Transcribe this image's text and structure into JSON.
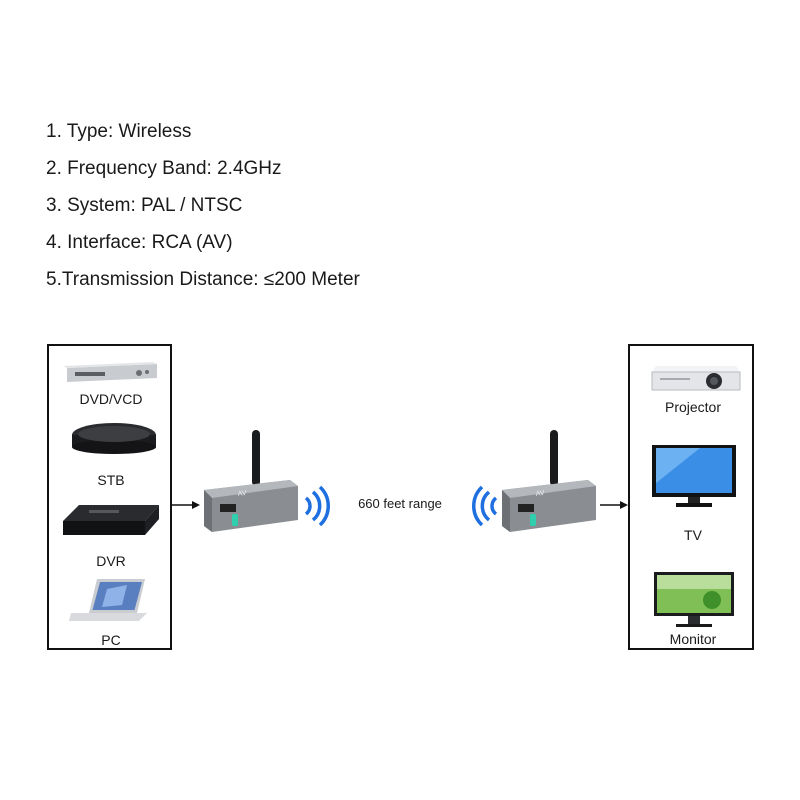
{
  "specs": [
    "1. Type: Wireless",
    "2. Frequency Band: 2.4GHz",
    "3. System: PAL / NTSC",
    "4. Interface: RCA (AV)",
    "5.Transmission Distance: ≤200 Meter"
  ],
  "sources": [
    {
      "label": "DVD/VCD",
      "icon": "dvd-player-icon"
    },
    {
      "label": "STB",
      "icon": "set-top-box-icon"
    },
    {
      "label": "DVR",
      "icon": "dvr-icon"
    },
    {
      "label": "PC",
      "icon": "laptop-icon"
    }
  ],
  "displays": [
    {
      "label": "Projector",
      "icon": "projector-icon"
    },
    {
      "label": "TV",
      "icon": "tv-icon"
    },
    {
      "label": "Monitor",
      "icon": "monitor-icon"
    }
  ],
  "range_label": "660 feet range",
  "colors": {
    "wave": "#1e6fe0",
    "device": "#8a8d92",
    "border": "#111111"
  }
}
